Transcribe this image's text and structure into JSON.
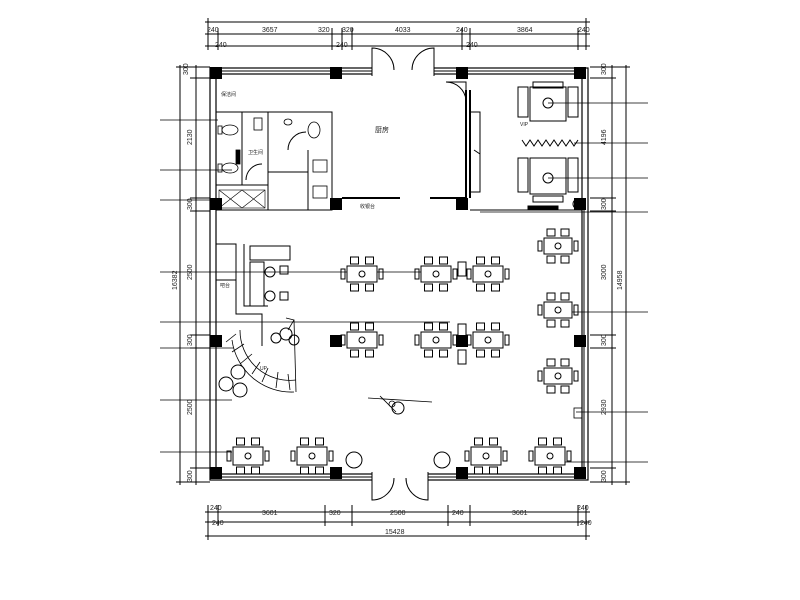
{
  "dimensions": {
    "top": [
      "240",
      "3657",
      "320",
      "320",
      "4033",
      "240",
      "3864",
      "240"
    ],
    "top_bottom_row": [
      "240",
      "240",
      "240"
    ],
    "bottom": [
      "240",
      "3601",
      "320",
      "2500",
      "240",
      "3601",
      "240"
    ],
    "bottom_total": "15428",
    "bottom_row2": [
      "240",
      "240"
    ],
    "left": [
      "300",
      "2130",
      "300",
      "2500",
      "300",
      "2500",
      "300"
    ],
    "left_total": "16382",
    "right": [
      "300",
      "4196",
      "300",
      "3000",
      "300",
      "2930",
      "300"
    ],
    "right_total": "14958"
  },
  "labels": {
    "storage": "保洁间",
    "kitchen": "厨房",
    "restroom": "卫生间",
    "corridor": "收银台",
    "bar": "吧台",
    "vip": "VIP",
    "stairs": "UP"
  }
}
